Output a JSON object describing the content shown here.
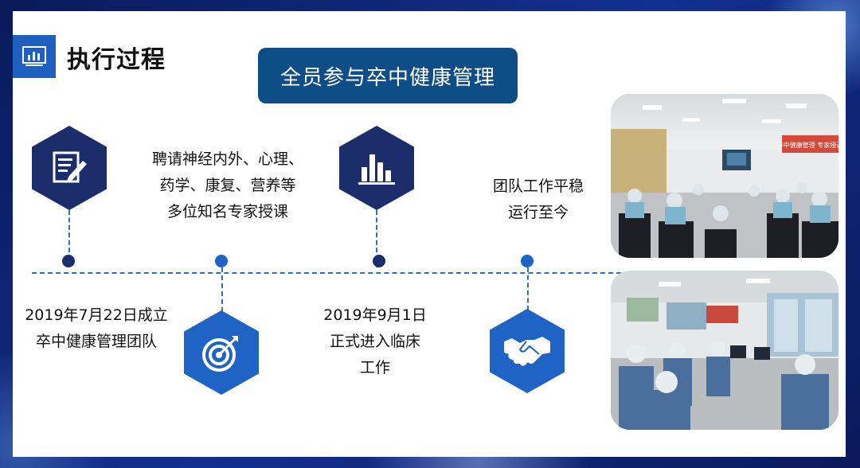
{
  "header": {
    "title": "执行过程"
  },
  "banner": {
    "text": "全员参与卒中健康管理"
  },
  "milestones": [
    {
      "lines": [
        "2019年7月22日成立",
        "卒中健康管理团队"
      ]
    },
    {
      "lines": [
        "聘请神经内外、心理、",
        "药学、康复、营养等",
        "多位知名专家授课"
      ]
    },
    {
      "lines": [
        "2019年9月1日",
        "正式进入临床",
        "工作"
      ]
    },
    {
      "lines": [
        "团队工作平稳",
        "运行至今"
      ]
    }
  ],
  "icons": {
    "title": "bar-chart-icon",
    "m1": "document-edit-icon",
    "m2": "target-icon",
    "m3": "bar-chart-icon",
    "m4": "handshake-icon"
  },
  "photos": [
    {
      "sign": "卒中健康管理 专家授课"
    }
  ],
  "colors": {
    "dark_navy": "#1b2d6b",
    "blue": "#1f63c4",
    "banner": "#0f4d86",
    "timeline": "#2f6fc0"
  }
}
